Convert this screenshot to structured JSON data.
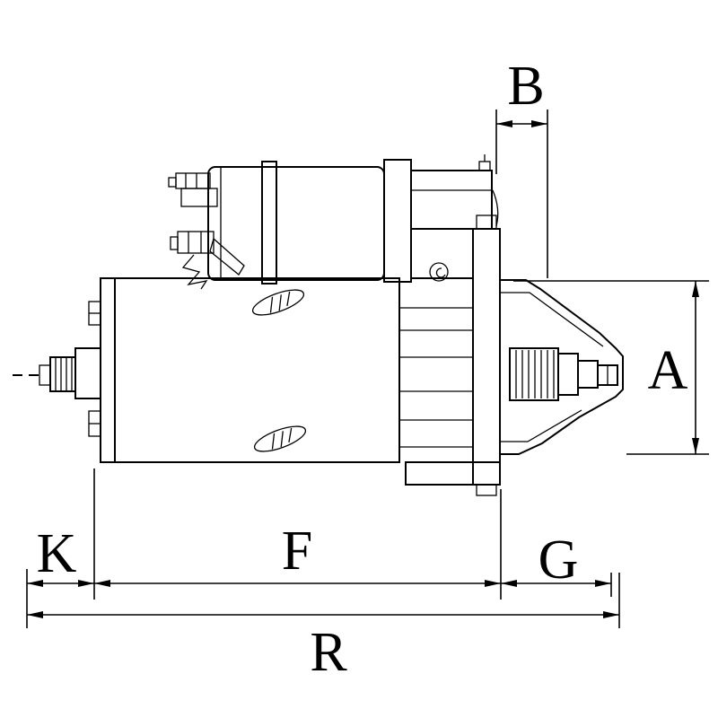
{
  "figure": {
    "background_color": "#ffffff",
    "line_color": "#000000",
    "dimensions": {
      "B": {
        "label": "B"
      },
      "A": {
        "label": "A"
      },
      "K": {
        "label": "K"
      },
      "F": {
        "label": "F"
      },
      "G": {
        "label": "G"
      },
      "R": {
        "label": "R"
      }
    }
  }
}
